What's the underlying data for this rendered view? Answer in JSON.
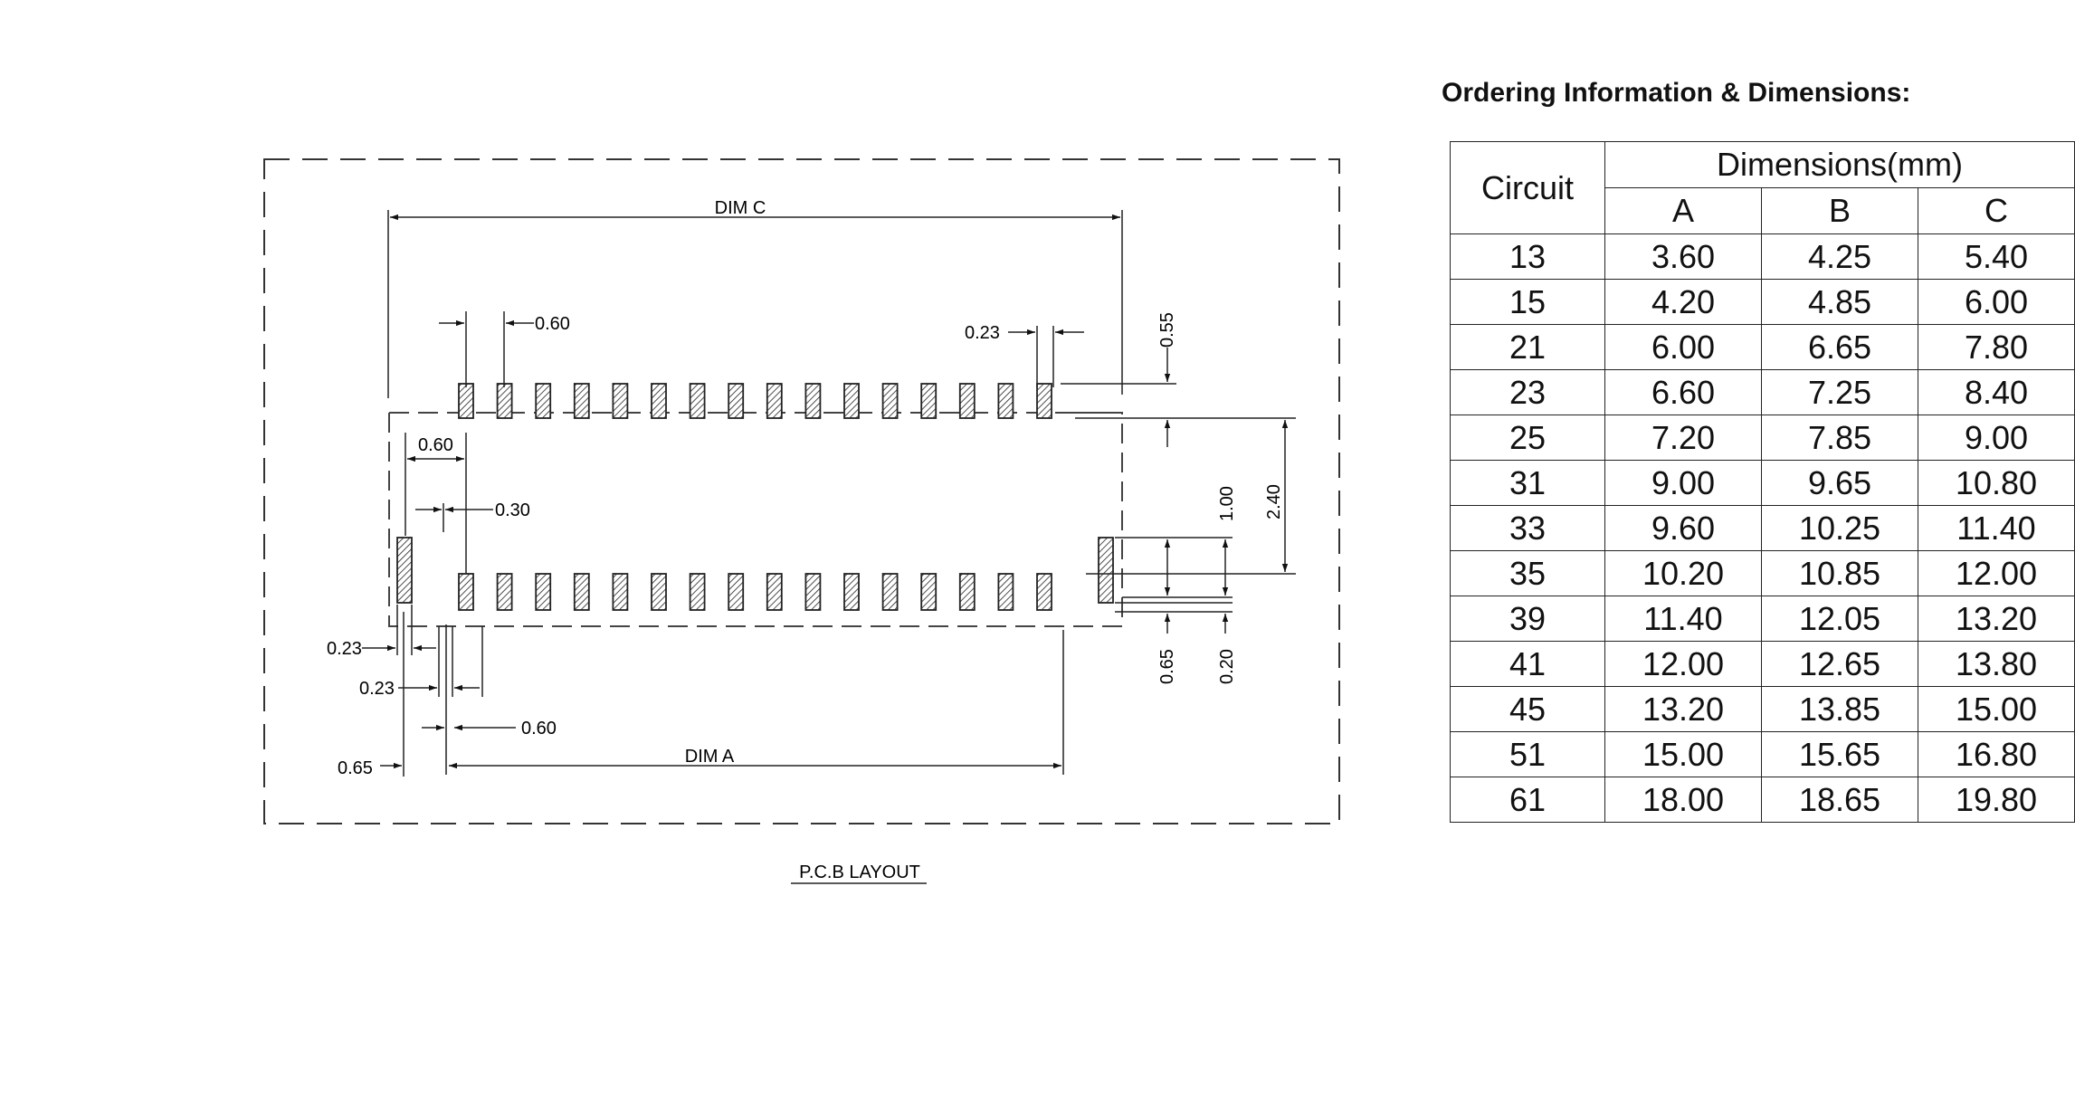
{
  "pcb": {
    "title": "P.C.B LAYOUT",
    "dims": {
      "dim_c": "DIM C",
      "dim_a": "DIM A",
      "pitch_top": "0.60",
      "pad_width_top": "0.23",
      "row_gap": "0.55",
      "row_span": "2.40",
      "side_offset": "0.60",
      "side_pad_width": "0.30",
      "side_pad_h": "1.00",
      "side_bottom": "0.65",
      "side_bottom2": "0.20",
      "left_pad_w1": "0.23",
      "left_pad_w2": "0.23",
      "left_pitch": "0.60",
      "left_offset": "0.65"
    }
  },
  "ordering": {
    "heading": "Ordering Information & Dimensions:",
    "col_circuit": "Circuit",
    "col_dims": "Dimensions(mm)",
    "col_a": "A",
    "col_b": "B",
    "col_c": "C",
    "rows": [
      [
        "13",
        "3.60",
        "4.25",
        "5.40"
      ],
      [
        "15",
        "4.20",
        "4.85",
        "6.00"
      ],
      [
        "21",
        "6.00",
        "6.65",
        "7.80"
      ],
      [
        "23",
        "6.60",
        "7.25",
        "8.40"
      ],
      [
        "25",
        "7.20",
        "7.85",
        "9.00"
      ],
      [
        "31",
        "9.00",
        "9.65",
        "10.80"
      ],
      [
        "33",
        "9.60",
        "10.25",
        "11.40"
      ],
      [
        "35",
        "10.20",
        "10.85",
        "12.00"
      ],
      [
        "39",
        "11.40",
        "12.05",
        "13.20"
      ],
      [
        "41",
        "12.00",
        "12.65",
        "13.80"
      ],
      [
        "45",
        "13.20",
        "13.85",
        "15.00"
      ],
      [
        "51",
        "15.00",
        "15.65",
        "16.80"
      ],
      [
        "61",
        "18.00",
        "18.65",
        "19.80"
      ]
    ]
  }
}
